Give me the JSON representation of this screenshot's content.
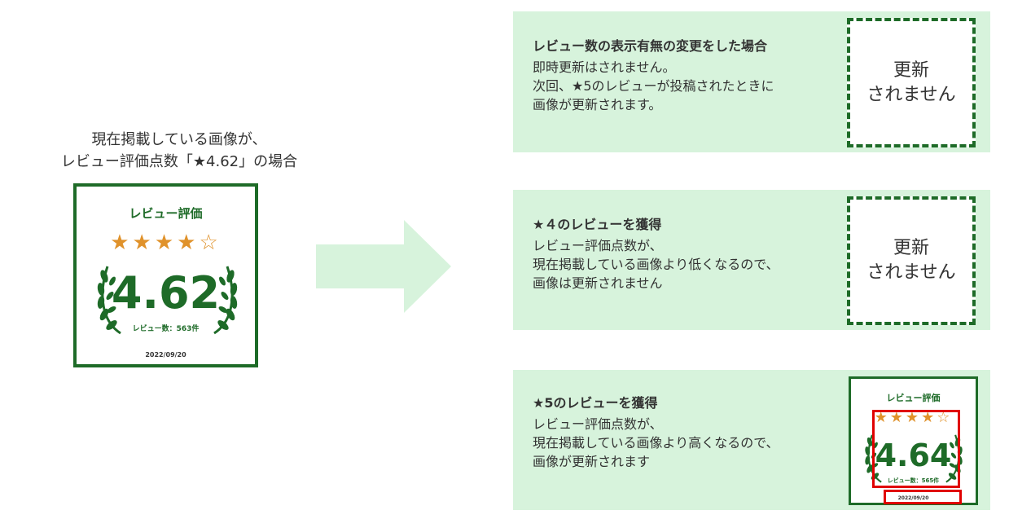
{
  "caption": {
    "line1": "現在掲載している画像が、",
    "line2": "レビュー評価点数「★4.62」の場合"
  },
  "badge_current": {
    "title": "レビュー評価",
    "stars": "★★★★☆",
    "score": "4.62",
    "count": "レビュー数：563件",
    "date": "2022/09/20"
  },
  "panels": [
    {
      "title": "レビュー数の表示有無の変更をした場合",
      "lines": [
        "即時更新はされません。",
        "次回、★5のレビューが投稿されたときに",
        "画像が更新されます。"
      ],
      "result": [
        "更新",
        "されません"
      ]
    },
    {
      "title": "★４のレビューを獲得",
      "lines": [
        "レビュー評価点数が、",
        "現在掲載している画像より低くなるので、",
        "画像は更新されません"
      ],
      "result": [
        "更新",
        "されません"
      ]
    },
    {
      "title": "★5のレビューを獲得",
      "lines": [
        "レビュー評価点数が、",
        "現在掲載している画像より高くなるので、",
        "画像が更新されます"
      ]
    }
  ],
  "badge_new": {
    "title": "レビュー評価",
    "stars": "★★★★☆",
    "score": "4.64",
    "count": "レビュー数：565件",
    "date": "2022/09/20"
  },
  "colors": {
    "badge_green": "#1e6b28",
    "star_orange": "#e0922b",
    "panel_bg": "#d7f3dc",
    "arrow": "#d7f3dc",
    "highlight_red": "#e00000"
  }
}
